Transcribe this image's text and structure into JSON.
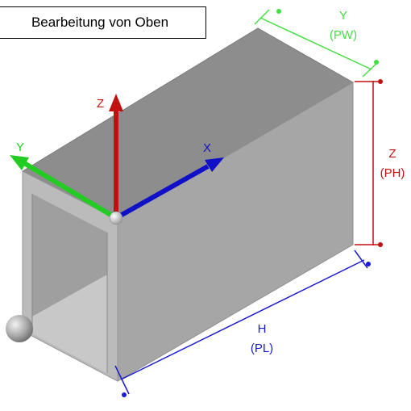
{
  "title": "Bearbeitung von Oben",
  "axes": {
    "x": "X",
    "y": "Y",
    "z": "Z"
  },
  "dimensions": {
    "width": {
      "axis": "Y",
      "param": "(PW)"
    },
    "height": {
      "axis": "Z",
      "param": "(PH)"
    },
    "length": {
      "axis": "H",
      "param": "(PL)"
    }
  },
  "colors": {
    "x_axis": "#1010c8",
    "y_axis": "#22cc22",
    "z_axis": "#c01010",
    "width_dim": "#44dd44",
    "height_dim": "#c01010",
    "length_dim": "#1a1ad0",
    "body_top": "#8d8d8d",
    "body_side": "#a8a8a8",
    "body_front": "#bdbdbd",
    "interior": "#d4d4d4"
  }
}
